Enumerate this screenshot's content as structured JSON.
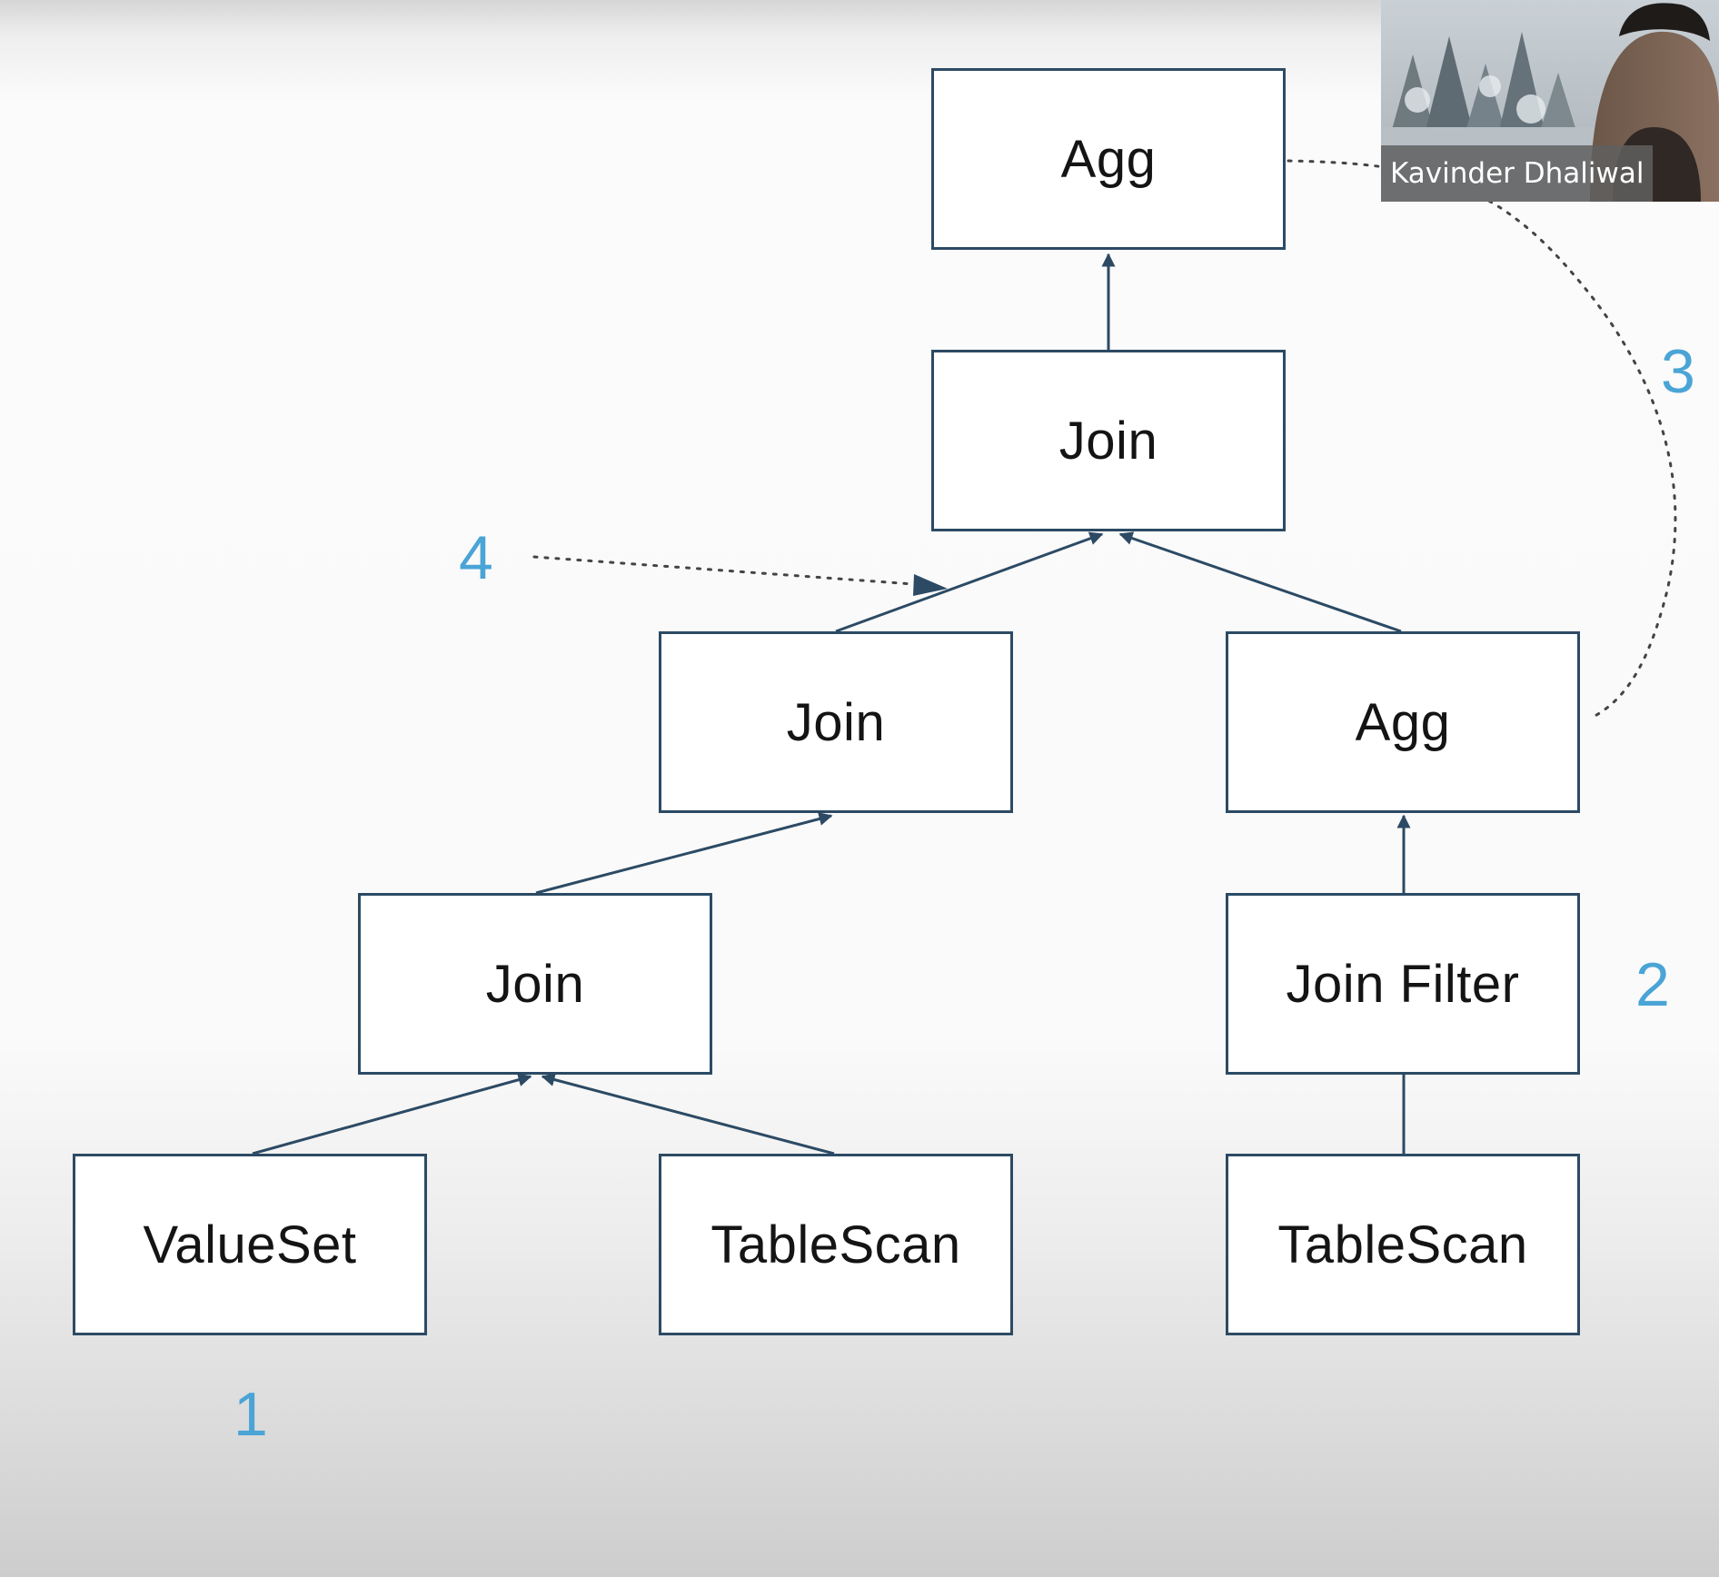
{
  "diagram": {
    "nodes": {
      "agg_top": "Agg",
      "join_top": "Join",
      "join_mid": "Join",
      "agg_right": "Agg",
      "join_low": "Join",
      "join_filter": "Join Filter",
      "valueset": "ValueSet",
      "tablescan_mid": "TableScan",
      "tablescan_right": "TableScan"
    },
    "step_labels": {
      "step1": "1",
      "step2": "2",
      "step3": "3",
      "step4": "4"
    },
    "colors": {
      "box_border": "#2c4a64",
      "arrow": "#2c4a64",
      "step_number": "#4aa4d6"
    }
  },
  "webcam": {
    "participant_name": "Kavinder Dhaliwal"
  }
}
